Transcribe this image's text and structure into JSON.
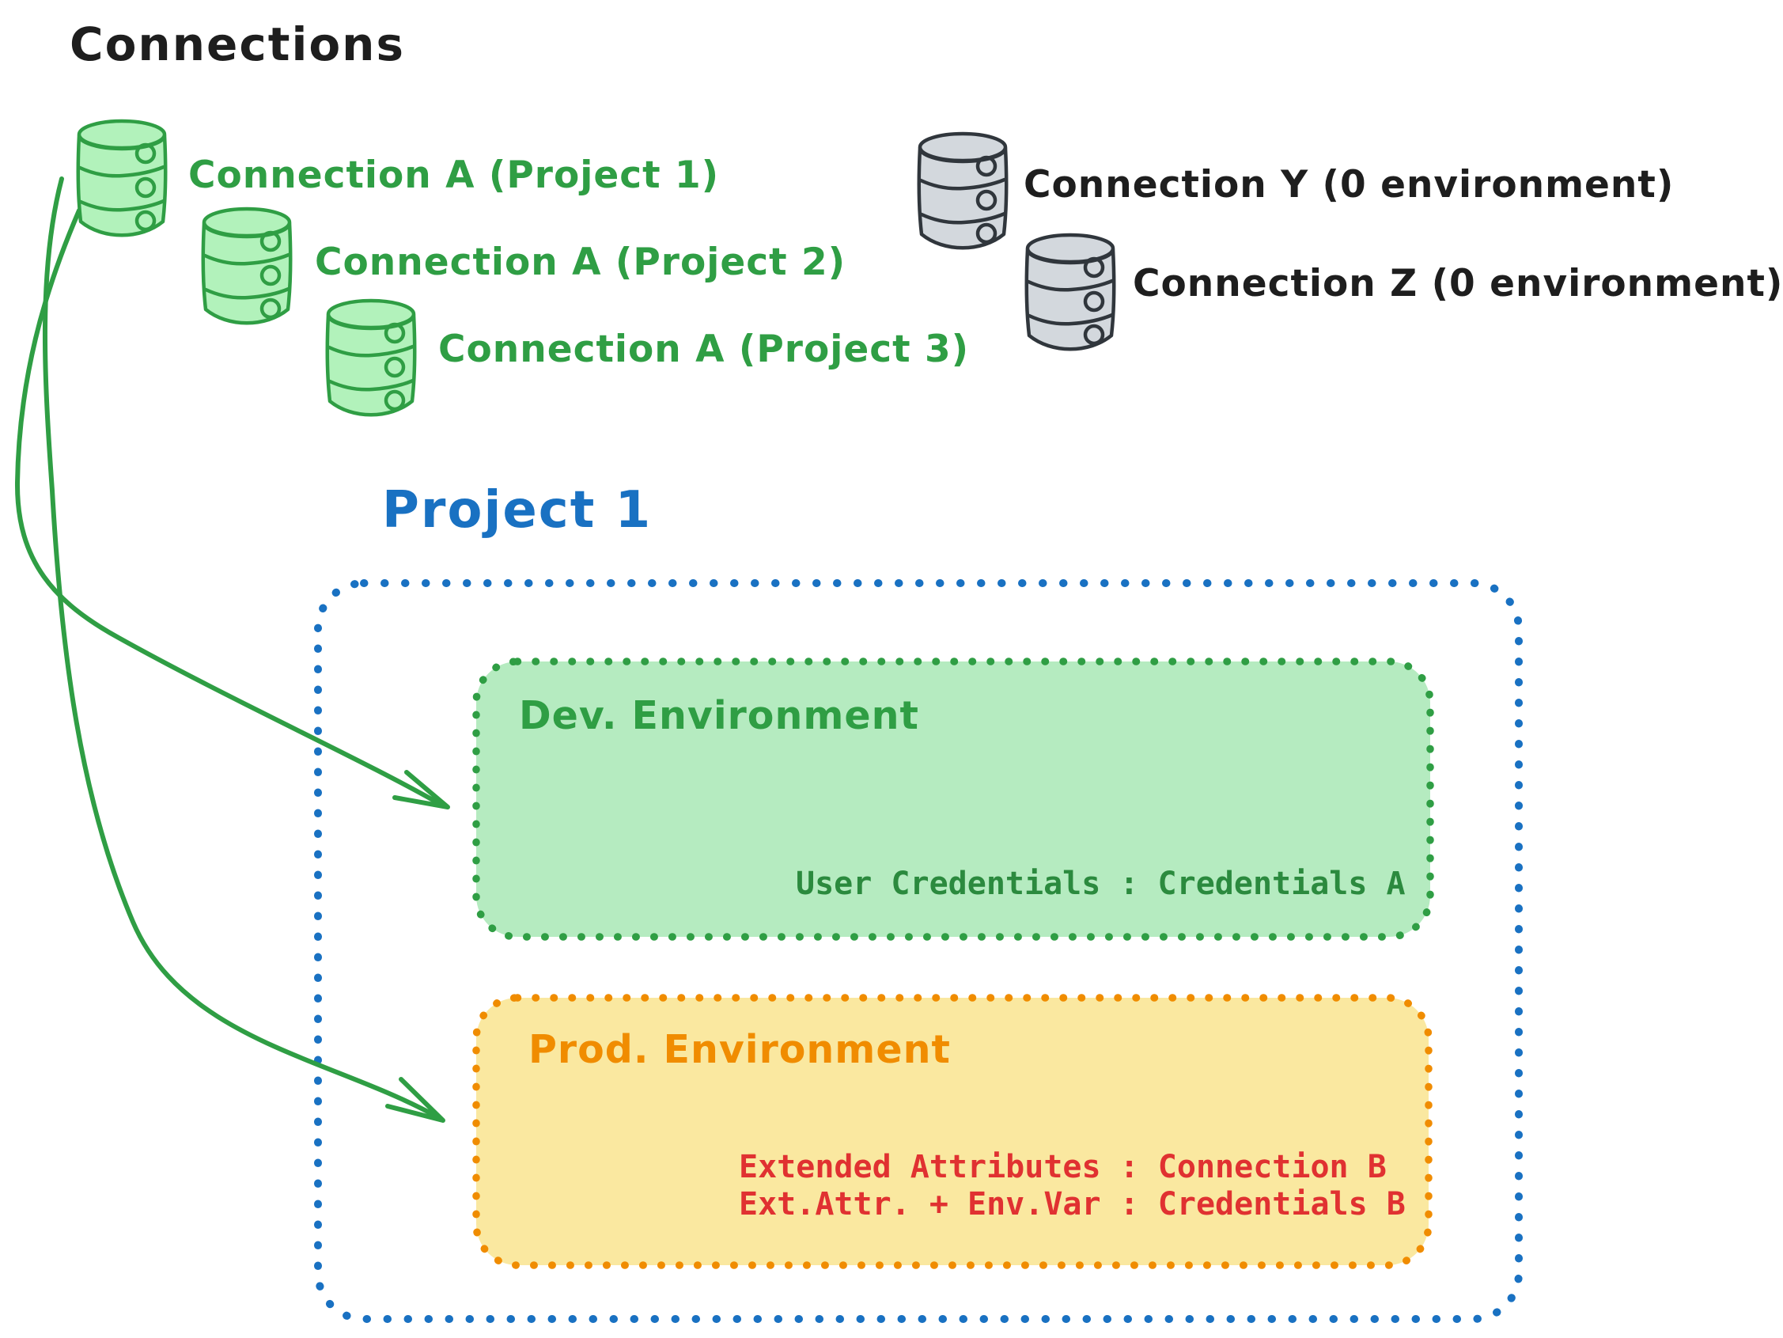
{
  "title": "Connections",
  "green_connections": [
    {
      "label": "Connection A (Project 1)"
    },
    {
      "label": "Connection A (Project 2)"
    },
    {
      "label": "Connection A (Project 3)"
    }
  ],
  "other_connections": [
    {
      "label": "Connection Y (0 environment)"
    },
    {
      "label": "Connection Z (0 environment)"
    }
  ],
  "project": {
    "title": "Project 1",
    "dev_environment": {
      "title": "Dev. Environment",
      "mapping": "User Credentials : Credentials A"
    },
    "prod_environment": {
      "title": "Prod. Environment",
      "mappings": [
        "Extended Attributes : Connection B",
        "Ext.Attr. + Env.Var : Credentials B"
      ]
    }
  },
  "icons": {
    "green_database": "database-icon",
    "gray_database": "database-icon",
    "arrow": "curved-arrow"
  },
  "colors": {
    "black_text": "#1e1e1e",
    "green_stroke": "#2f9e44",
    "green_fill": "#b2f2bb",
    "dev_box_fill": "#b5ebc0",
    "dev_mono_text": "#2b8a3e",
    "gray_fill": "#d3d8dd",
    "gray_stroke": "#30363c",
    "blue": "#1971c2",
    "orange": "#f08c00",
    "prod_box_fill": "#fae8a0",
    "red_text": "#e03131",
    "background": "#ffffff"
  }
}
